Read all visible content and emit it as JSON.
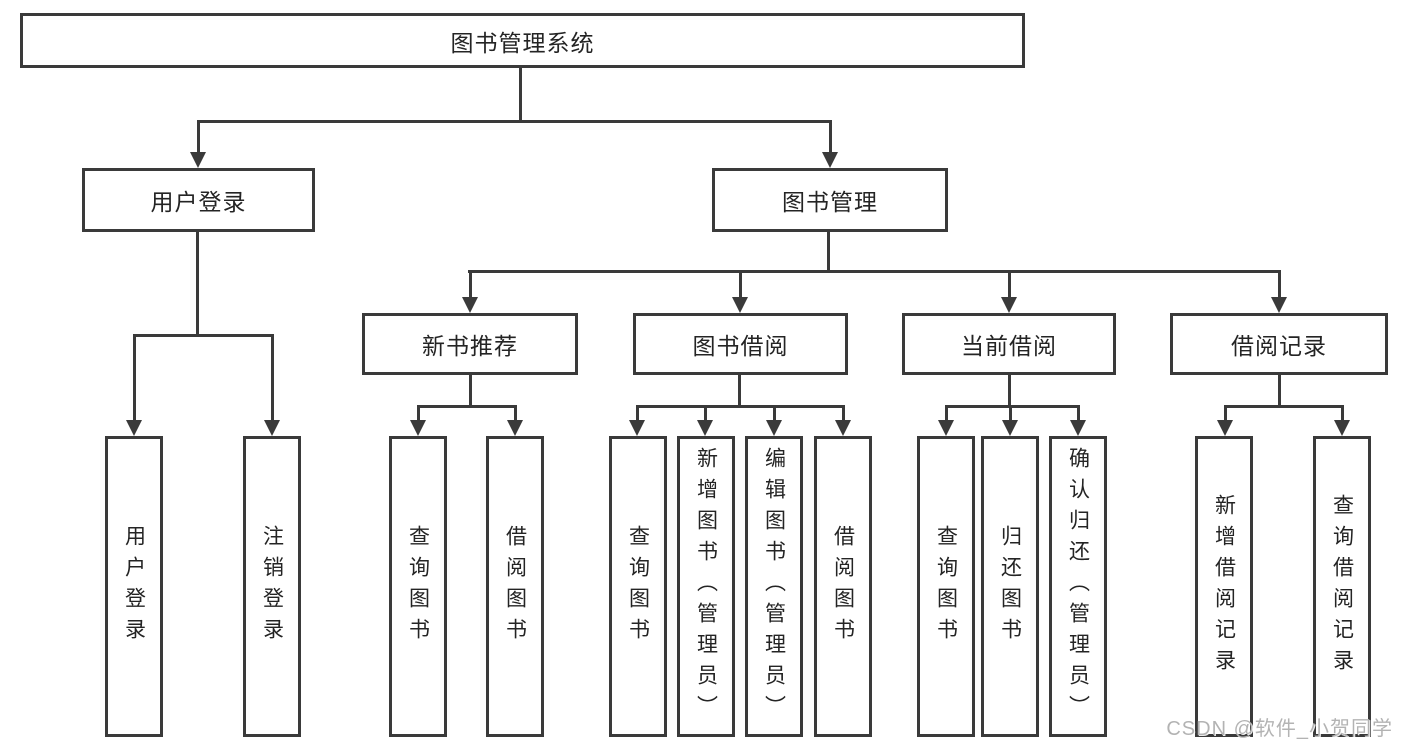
{
  "tree": {
    "root": {
      "label": "图书管理系统"
    },
    "branches": [
      {
        "label": "用户登录",
        "children": [
          {
            "label": "用户登录"
          },
          {
            "label": "注销登录"
          }
        ]
      },
      {
        "label": "图书管理",
        "sections": [
          {
            "label": "新书推荐",
            "children": [
              {
                "label": "查询图书"
              },
              {
                "label": "借阅图书"
              }
            ]
          },
          {
            "label": "图书借阅",
            "children": [
              {
                "label": "查询图书"
              },
              {
                "label": "新增图书（管理员）"
              },
              {
                "label": "编辑图书（管理员）"
              },
              {
                "label": "借阅图书"
              }
            ]
          },
          {
            "label": "当前借阅",
            "children": [
              {
                "label": "查询图书"
              },
              {
                "label": "归还图书"
              },
              {
                "label": "确认归还（管理员）"
              }
            ]
          },
          {
            "label": "借阅记录",
            "children": [
              {
                "label": "新增借阅记录"
              },
              {
                "label": "查询借阅记录"
              }
            ]
          }
        ]
      }
    ]
  },
  "watermark": {
    "text": "CSDN @软件_小贺同学"
  },
  "colors": {
    "line": "#3a3a3a",
    "text": "#242424",
    "watermark": "#b3b3b3",
    "background": "#ffffff"
  }
}
